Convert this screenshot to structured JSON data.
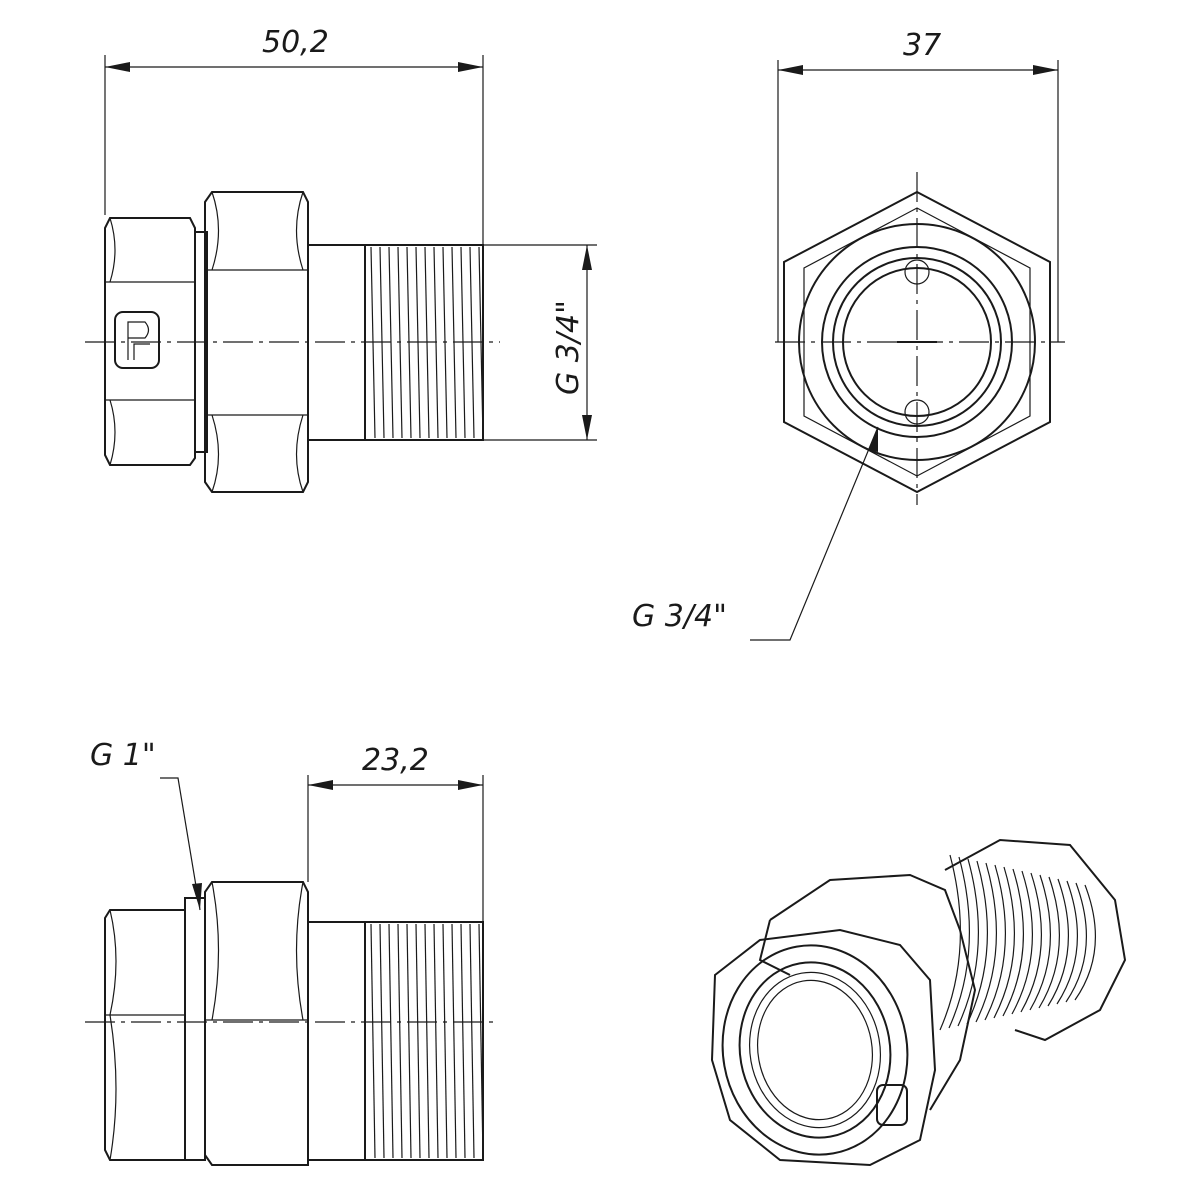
{
  "views": {
    "side_top": {
      "overall_length": "50,2",
      "thread_size": "G 3/4\""
    },
    "front": {
      "width": "37",
      "thread_size": "G 3/4\""
    },
    "side_bottom": {
      "thread_length": "23,2",
      "nut_thread": "G 1\""
    }
  },
  "colors": {
    "line": "#1a1a1a",
    "background": "#ffffff"
  }
}
